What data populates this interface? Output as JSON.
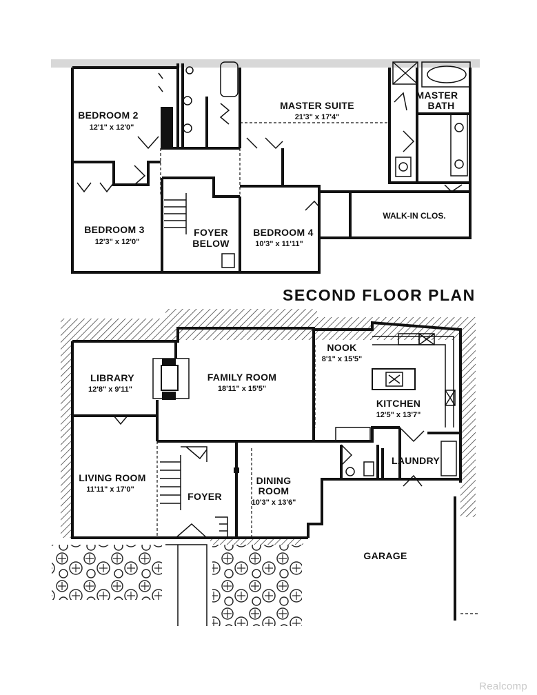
{
  "second_floor": {
    "title": "SECOND FLOOR PLAN",
    "rooms": [
      {
        "name": "BEDROOM 2",
        "dims": "12'1\" x 12'0\""
      },
      {
        "name": "BEDROOM 3",
        "dims": "12'3\" x 12'0\""
      },
      {
        "name": "FOYER",
        "name2": "BELOW",
        "dims": ""
      },
      {
        "name": "BEDROOM 4",
        "dims": "10'3\" x 11'11\""
      },
      {
        "name": "MASTER SUITE",
        "dims": "21'3\" x 17'4\""
      },
      {
        "name": "MASTER",
        "name2": "BATH",
        "dims": ""
      },
      {
        "name": "WALK-IN CLOS.",
        "dims": ""
      }
    ]
  },
  "first_floor": {
    "rooms": [
      {
        "name": "LIBRARY",
        "dims": "12'8\" x 9'11\""
      },
      {
        "name": "FAMILY ROOM",
        "dims": "18'11\" x 15'5\""
      },
      {
        "name": "NOOK",
        "dims": "8'1\" x 15'5\""
      },
      {
        "name": "KITCHEN",
        "dims": "12'5\" x 13'7\""
      },
      {
        "name": "LIVING ROOM",
        "dims": "11'11\" x 17'0\""
      },
      {
        "name": "FOYER",
        "dims": ""
      },
      {
        "name": "DINING",
        "name2": "ROOM",
        "dims": "10'3\" x 13'6\""
      },
      {
        "name": "LAUNDRY",
        "dims": ""
      },
      {
        "name": "GARAGE",
        "dims": ""
      }
    ]
  },
  "watermark": "Realcomp"
}
